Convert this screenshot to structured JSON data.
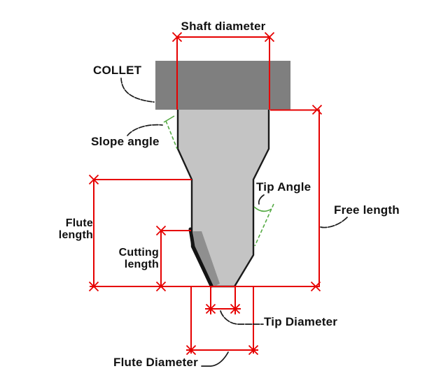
{
  "diagram": {
    "labels": {
      "shaft_diameter": "Shaft diameter",
      "collet": "COLLET",
      "slope_angle": "Slope angle",
      "tip_angle": "Tip Angle",
      "free_length": "Free length",
      "flute_length": "Flute\nlength",
      "cutting_length": "Cutting\nlength",
      "tip_diameter": "Tip Diameter",
      "flute_diameter": "Flute Diameter"
    },
    "colors": {
      "dimension": "#e60000",
      "angle": "#55aa44",
      "outline": "#1a1a1a",
      "collet_fill": "#7f7f7f",
      "bit_fill": "#c4c4c4",
      "cutting_shadow": "#8f8f8f",
      "background": "#ffffff"
    }
  }
}
